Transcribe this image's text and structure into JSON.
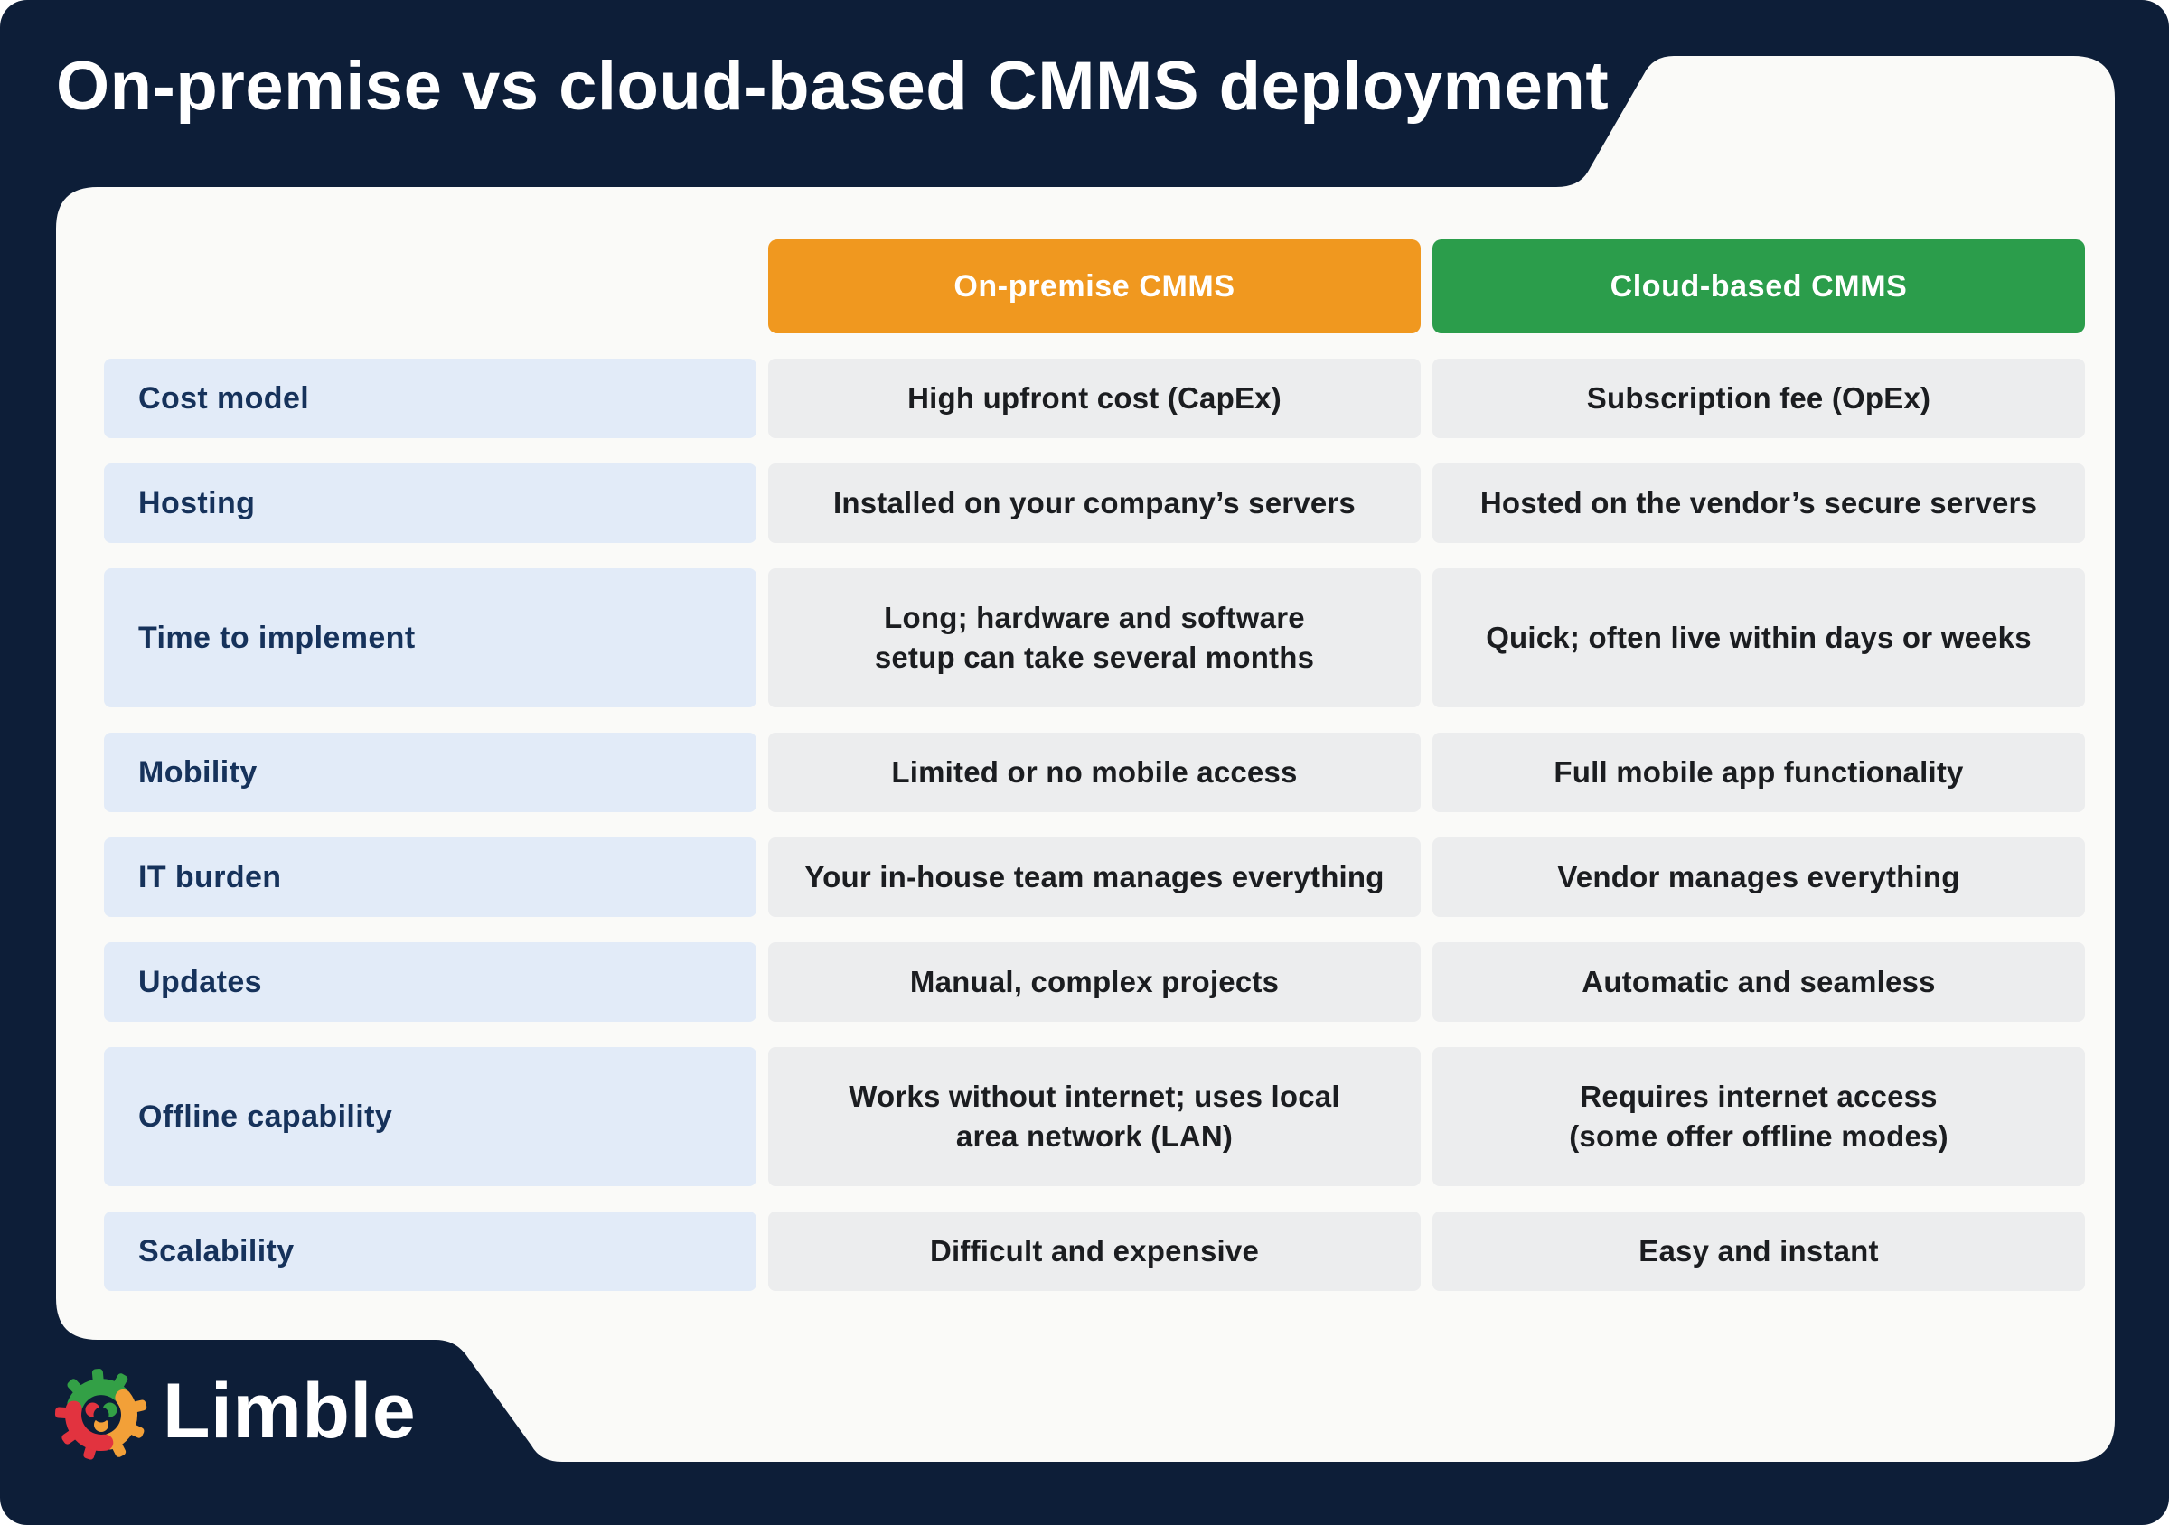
{
  "title": "On-premise vs cloud-based CMMS deployment",
  "brand": {
    "name": "Limble"
  },
  "header": {
    "onprem_label": "On-premise CMMS",
    "cloud_label": "Cloud-based CMMS"
  },
  "colors": {
    "background_navy": "#0D1E38",
    "card_white": "#FAFAF8",
    "onprem_header_orange": "#F0981F",
    "cloud_header_green": "#2B9D4B",
    "label_cell_blue": "#E2EBF8",
    "value_cell_gray": "#ECEDEE",
    "label_text_navy": "#16325B",
    "value_text_dark": "#1B1D20",
    "logo_green": "#33A046",
    "logo_red": "#E2333F",
    "logo_orange": "#F2A038"
  },
  "chart_data": {
    "type": "table",
    "title": "On-premise vs cloud-based CMMS deployment",
    "columns": [
      "",
      "On-premise CMMS",
      "Cloud-based CMMS"
    ],
    "rows": [
      {
        "label": "Cost model",
        "onprem": "High upfront cost (CapEx)",
        "cloud": "Subscription fee (OpEx)",
        "tall": false
      },
      {
        "label": "Hosting",
        "onprem": "Installed on your company’s servers",
        "cloud": "Hosted on the vendor’s secure servers",
        "tall": false
      },
      {
        "label": "Time to implement",
        "onprem": [
          "Long; hardware and software",
          "setup can take several months"
        ],
        "cloud": "Quick; often live within days or weeks",
        "tall": true
      },
      {
        "label": "Mobility",
        "onprem": "Limited or no mobile access",
        "cloud": "Full mobile app functionality",
        "tall": false
      },
      {
        "label": "IT burden",
        "onprem": "Your in-house team manages everything",
        "cloud": "Vendor manages everything",
        "tall": false
      },
      {
        "label": "Updates",
        "onprem": "Manual, complex projects",
        "cloud": "Automatic and seamless",
        "tall": false
      },
      {
        "label": "Offline capability",
        "onprem": [
          "Works without internet; uses local",
          "area network (LAN)"
        ],
        "cloud": [
          "Requires internet access",
          "(some offer offline modes)"
        ],
        "tall": true
      },
      {
        "label": "Scalability",
        "onprem": "Difficult and expensive",
        "cloud": "Easy and instant",
        "tall": false
      }
    ]
  }
}
